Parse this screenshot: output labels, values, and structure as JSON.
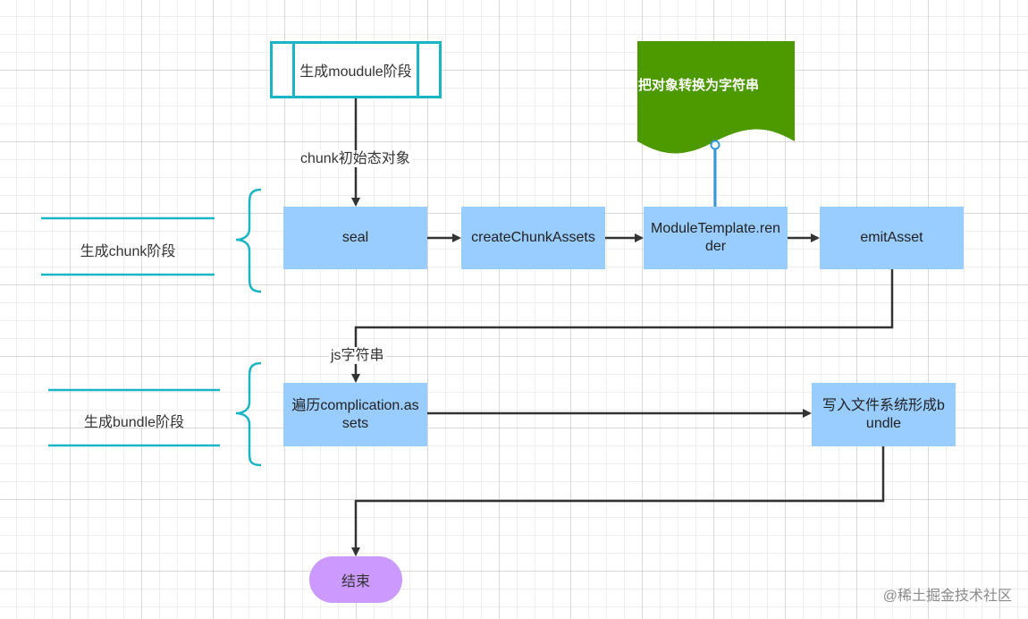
{
  "start": {
    "label": "生成moudule阶段"
  },
  "edge_labels": {
    "chunk_init": "chunk初始态对象",
    "js_string": "js字符串"
  },
  "stages": {
    "chunk": "生成chunk阶段",
    "bundle": "生成bundle阶段"
  },
  "nodes": {
    "seal": "seal",
    "create_chunk_assets": "createChunkAssets",
    "module_template_render": "ModuleTemplate.render",
    "emit_asset": "emitAsset",
    "traverse_assets": "遍历complication.assets",
    "write_fs": "写入文件系统形成bundle"
  },
  "annotation": {
    "text": "把对象转换为字符串"
  },
  "end": {
    "label": "结束"
  },
  "watermark": "@稀土掘金技术社区",
  "colors": {
    "process_box": "#99ccff",
    "start_border": "#1ab5c4",
    "annotation_fill": "#4d9900",
    "end_fill": "#cc99ff",
    "connector": "#333333",
    "annotation_link": "#3399dd"
  }
}
